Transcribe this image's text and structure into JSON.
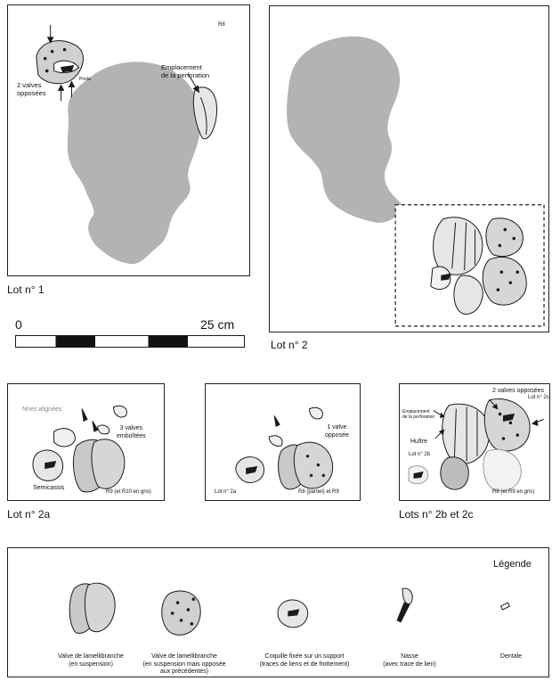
{
  "panels": {
    "lot1": {
      "caption": "Lot n° 1",
      "ref": "R8",
      "note_valves": "2 valves\nopposées",
      "note_pinna": "Pinda",
      "note_perforation": "Emplacement\nde la perforation"
    },
    "lot2": {
      "caption": "Lot n° 2"
    },
    "lot2a": {
      "caption": "Lot n° 2a",
      "note_nasses": "Nnes alignées",
      "note_valves": "3 valves\nemboîtées",
      "note_semicassis": "Semicassis",
      "ref": "R9   (et R10 en gris)"
    },
    "lot2mid": {
      "note_valve": "1 valve\nopposée",
      "note_lot": "Lot n° 2a",
      "ref": "R8 (partiel) et R9"
    },
    "lot2bc": {
      "caption": "Lots n° 2b et 2c",
      "note_perforation": "Emplacement\nde la perforation",
      "note_valves": "2 valves opposées",
      "note_lot2c": "Lot n° 2c",
      "note_huitre": "Huître",
      "note_lot2b": "Lot n° 2b",
      "ref": "R8 (et R9 en gris)"
    }
  },
  "scale": {
    "start": "0",
    "end": "25 cm"
  },
  "legend": {
    "title": "Légende",
    "items": [
      {
        "label": "Valve de lamellibranche\n(en suspension)",
        "icon": "suspended-valve-icon"
      },
      {
        "label": "Valve de lamellibranche\n(en suspension mais opposée\naux précédentes)",
        "icon": "opposed-valve-icon"
      },
      {
        "label": "Coquille fixée sur un support\n(traces de liens et de frottement)",
        "icon": "fixed-shell-icon"
      },
      {
        "label": "Nasse\n(avec trace de lien)",
        "icon": "nasse-icon"
      },
      {
        "label": "Dentale",
        "icon": "dentale-icon"
      }
    ]
  },
  "colors": {
    "skull": "#b3b3b3",
    "shell_fill": "#e6e6e6",
    "shell_gray": "#c9c9c9",
    "ink": "#1a1a1a"
  }
}
